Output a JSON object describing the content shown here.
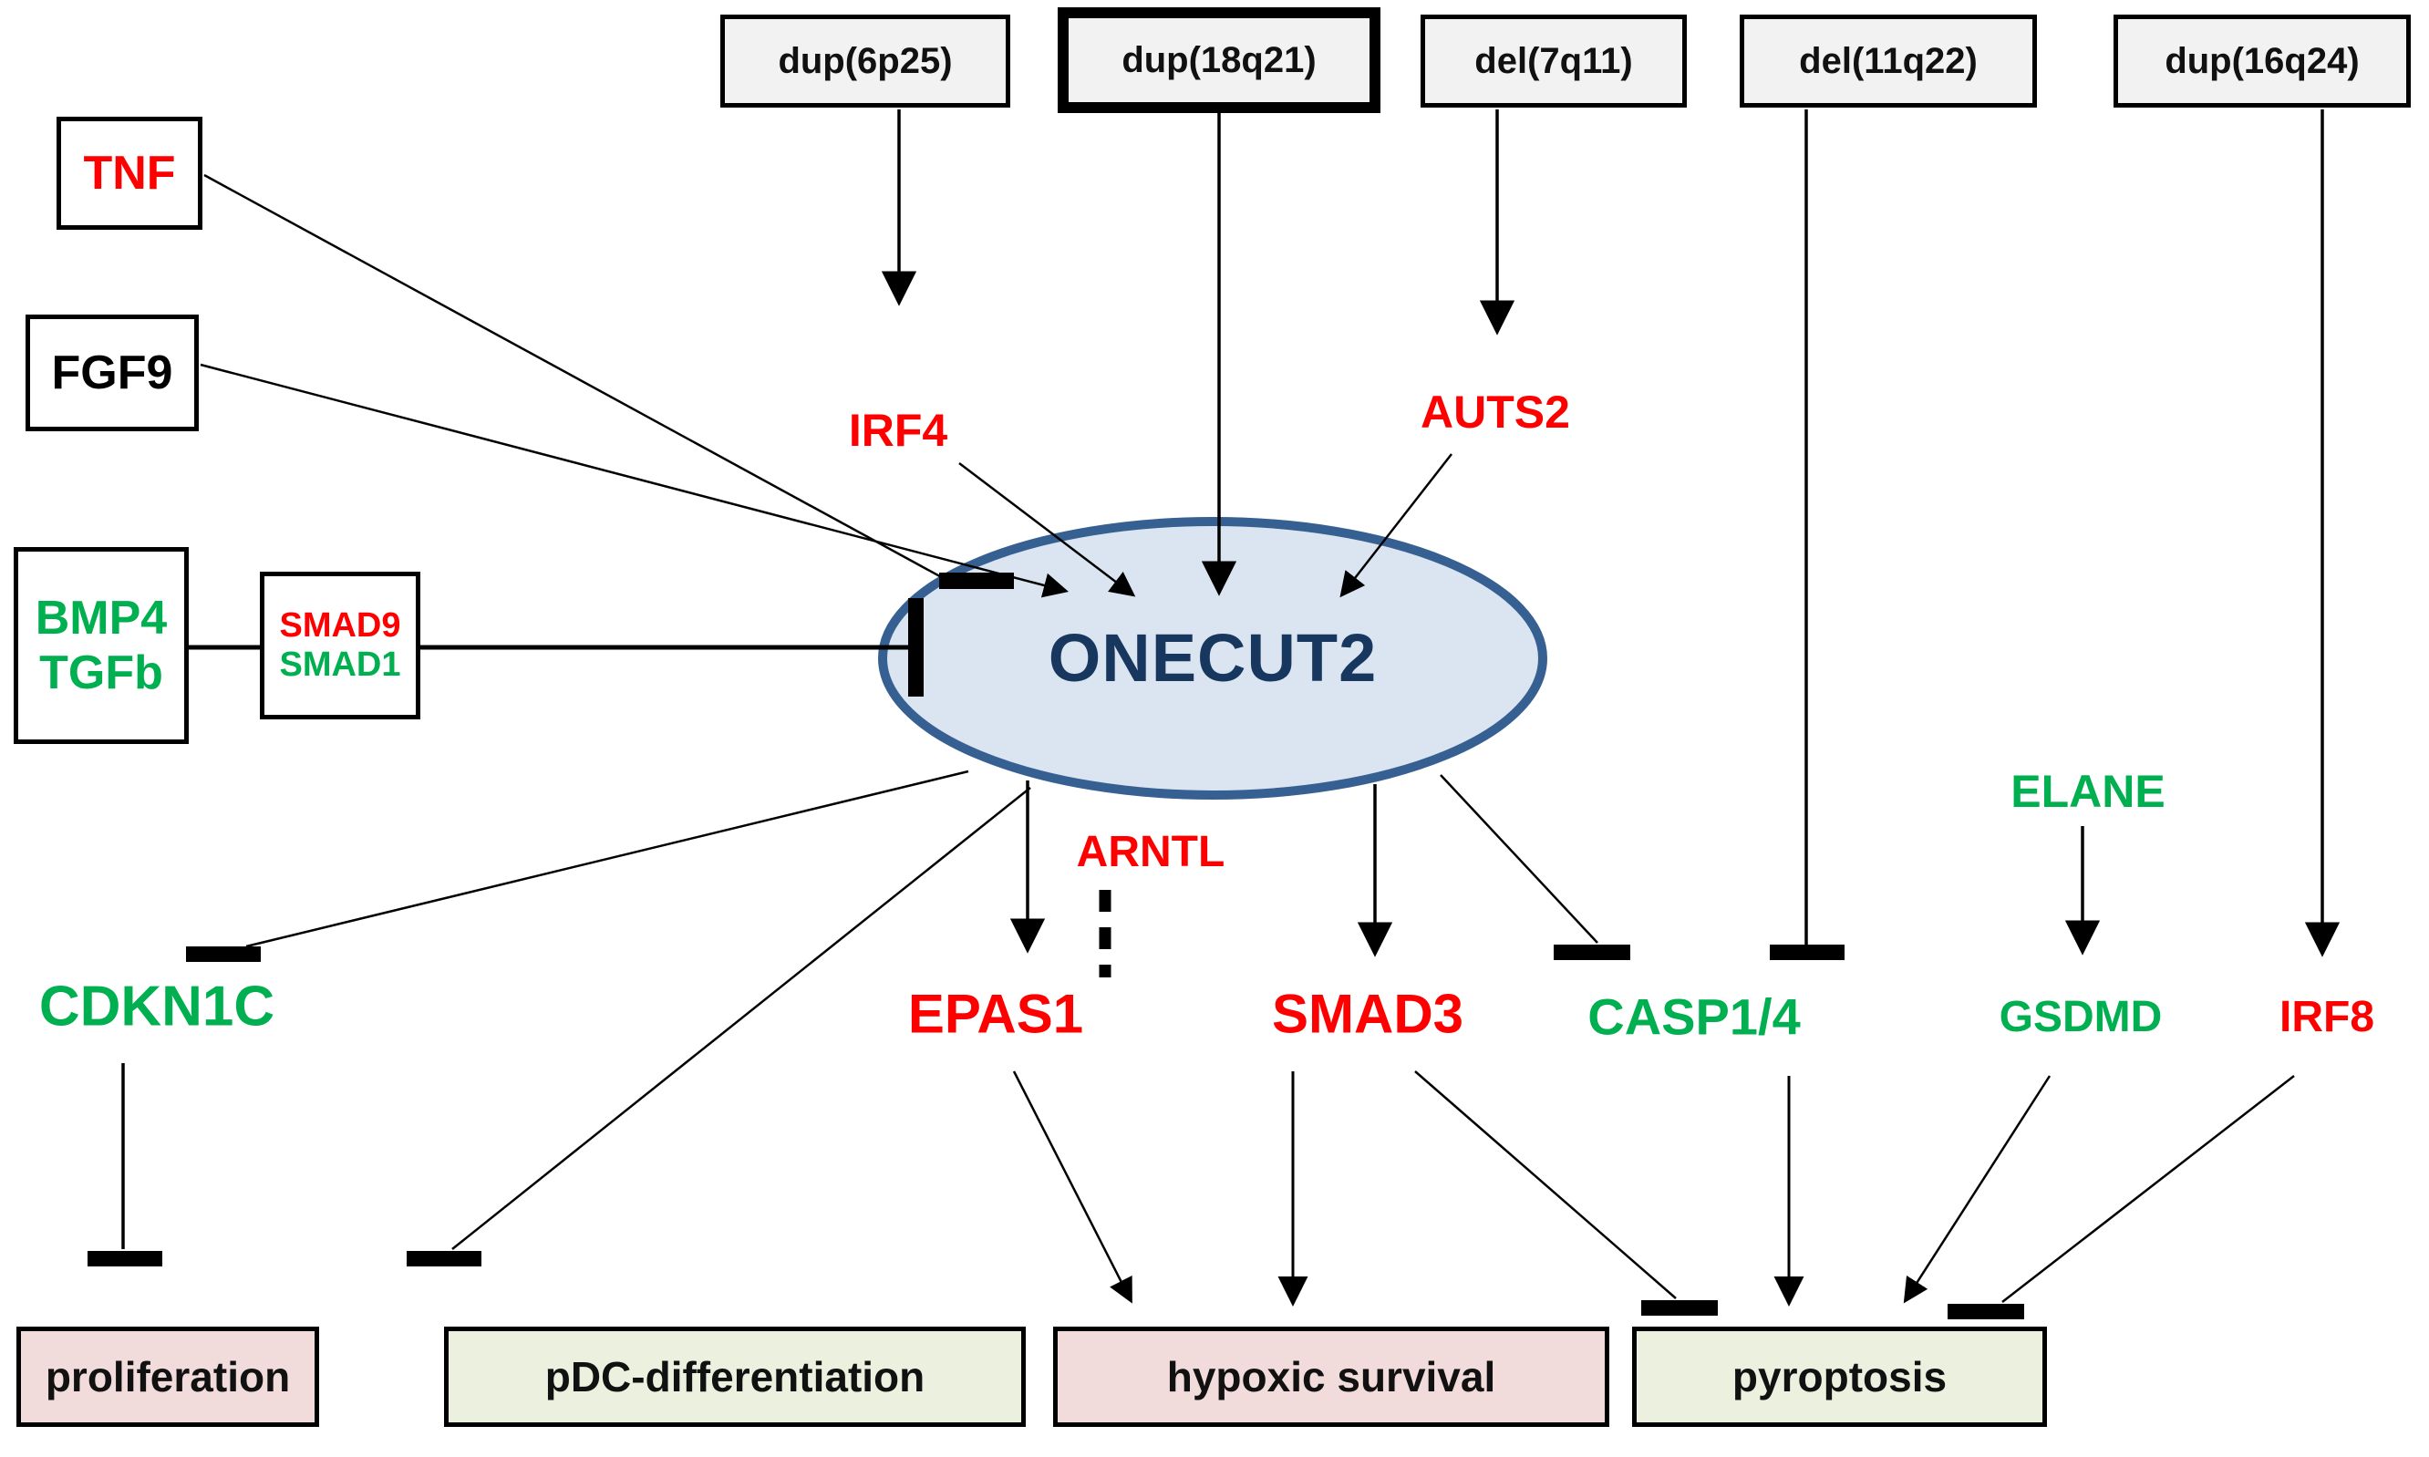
{
  "top_boxes": [
    {
      "label": "dup(6p25)",
      "emphasized": false
    },
    {
      "label": "dup(18q21)",
      "emphasized": true
    },
    {
      "label": "del(7q11)",
      "emphasized": false
    },
    {
      "label": "del(11q22)",
      "emphasized": false
    },
    {
      "label": "dup(16q24)",
      "emphasized": false
    }
  ],
  "ligands": {
    "tnf": "TNF",
    "fgf9": "FGF9",
    "bmp4": "BMP4",
    "tgfb": "TGFb",
    "smad9": "SMAD9",
    "smad1": "SMAD1"
  },
  "hub": {
    "label": "ONECUT2"
  },
  "genes": {
    "irf4": "IRF4",
    "auts2": "AUTS2",
    "arntl": "ARNTL",
    "cdkn1c": "CDKN1C",
    "epas1": "EPAS1",
    "smad3": "SMAD3",
    "casp14": "CASP1/4",
    "gsdmd": "GSDMD",
    "irf8": "IRF8",
    "elane": "ELANE"
  },
  "outcomes": [
    {
      "label": "proliferation",
      "tone": "pink"
    },
    {
      "label": "pDC-differentiation",
      "tone": "green"
    },
    {
      "label": "hypoxic survival",
      "tone": "pink"
    },
    {
      "label": "pyroptosis",
      "tone": "green"
    }
  ],
  "colors": {
    "upregulated_red": "#FF0000",
    "downregulated_green": "#00B050",
    "hub_fill": "#DBE5F1",
    "hub_border": "#376092",
    "hub_text": "#17375E",
    "aberration_box_fill": "#F2F2F2",
    "outcome_pink": "#F2DCDB",
    "outcome_pale_green": "#EBF1DE",
    "connector_black": "#000000"
  }
}
